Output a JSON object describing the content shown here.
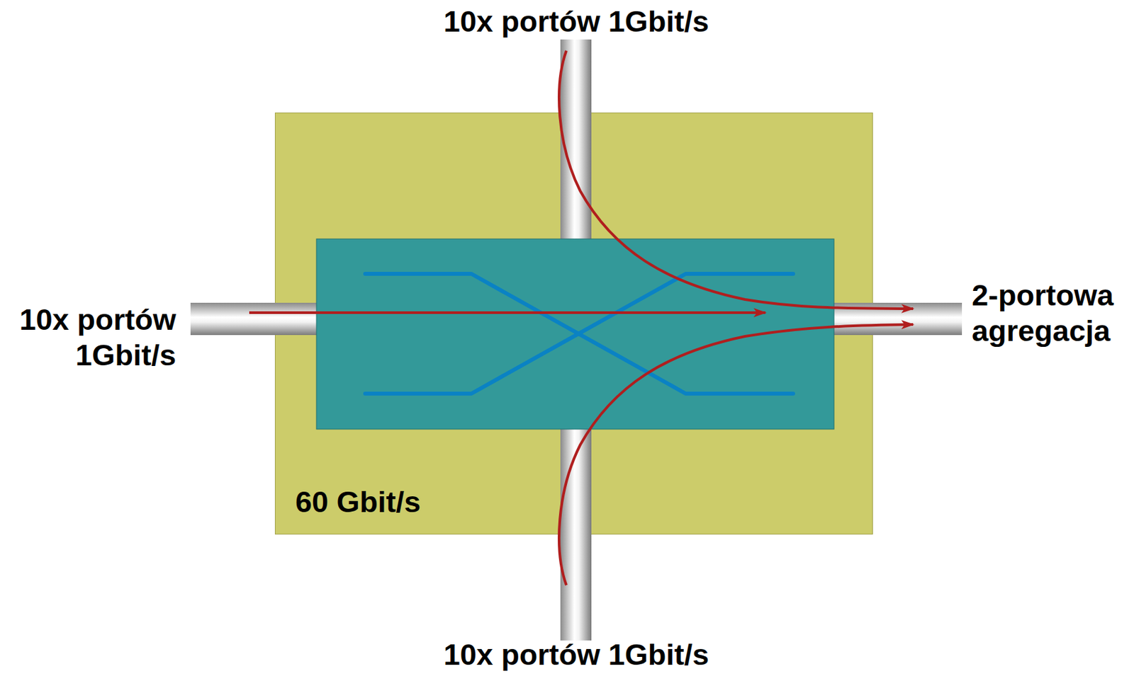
{
  "diagram": {
    "nodes": [
      {
        "text": [
          "60 Gbit/s"
        ]
      }
    ],
    "labels": [
      "10x portów 1Gbit/s",
      "10x portów 1Gbit/s",
      "2-portowa agregacja",
      "10x portów 1Gbit/s"
    ]
  }
}
